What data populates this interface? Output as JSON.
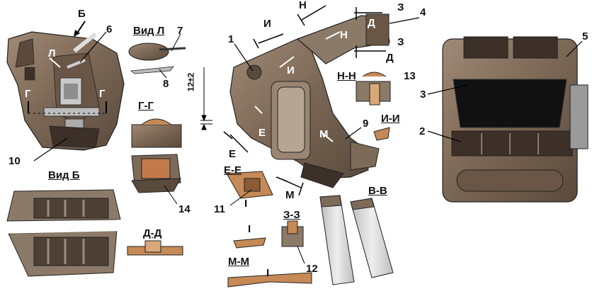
{
  "labels": {
    "b_top": "Б",
    "vid_l": "Вид Л",
    "vid_b": "Вид Б",
    "l_in": "Л",
    "g_left": "Г",
    "g_right": "Г",
    "gg": "Г-Г",
    "dim": "12±2",
    "dd": "Д-Д",
    "i_tl": "И",
    "i_in": "И",
    "n_top": "Н",
    "n_in": "Н",
    "z_top": "З",
    "z_mid": "З",
    "d_in": "Д",
    "d_low": "Д",
    "hh": "Н-Н",
    "ii": "И-И",
    "e_in": "Е",
    "e_out": "Е",
    "m_in": "М",
    "m_out": "М",
    "ee": "Е-Е",
    "zz": "З-З",
    "mm": "М-М",
    "vv": "В-В",
    "i_roman_1": "I",
    "i_roman_2": "I",
    "i_roman_3": "I",
    "n1": "1",
    "n2": "2",
    "n3": "3",
    "n4": "4",
    "n5": "5",
    "n6": "6",
    "n7": "7",
    "n8": "8",
    "n9": "9",
    "n10": "10",
    "n11": "11",
    "n12": "12",
    "n13": "13",
    "n14": "14"
  },
  "colors": {
    "housing": "#7d6a58",
    "housing_dark": "#4e4034",
    "housing_light": "#a89380",
    "filter": "#e0e0e0",
    "copper": "#c58a55",
    "outline": "#111111"
  }
}
